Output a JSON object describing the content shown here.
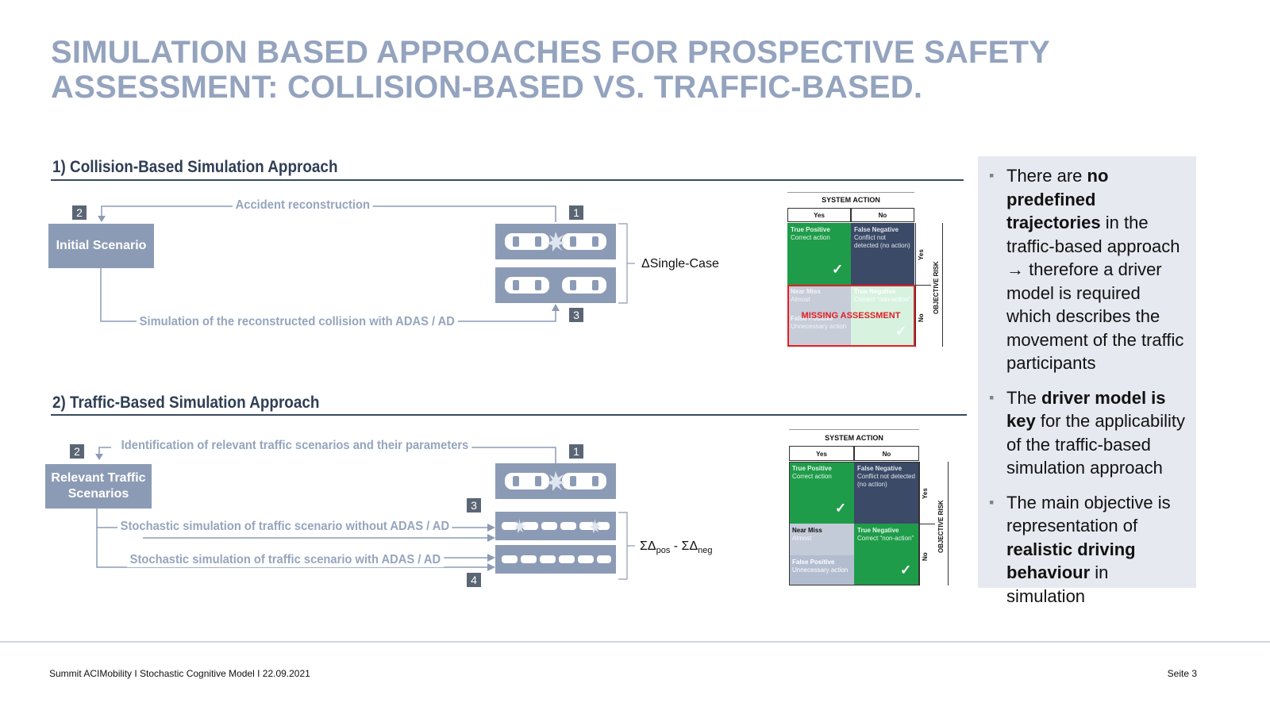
{
  "title_line1": "SIMULATION BASED APPROACHES FOR PROSPECTIVE SAFETY",
  "title_line2": "ASSESSMENT: COLLISION-BASED VS. TRAFFIC-BASED.",
  "section1": {
    "heading": "1) Collision-Based Simulation Approach",
    "box_label": "Initial Scenario",
    "top_flow": "Accident reconstruction",
    "bottom_flow": "Simulation of the reconstructed collision with ADAS / AD",
    "nums": [
      "1",
      "2",
      "3"
    ],
    "delta": "ΔSingle-Case",
    "matrix": {
      "header": "SYSTEM ACTION",
      "col_yes": "Yes",
      "col_no": "No",
      "row_yes": "Yes",
      "row_no": "No",
      "risk_label": "OBJECTIVE RISK",
      "tp_title": "True Positive",
      "tp_sub": "Correct action",
      "fn_title": "False Negative",
      "fn_sub": "Conflict not detected (no action)",
      "nm_title": "Near Miss",
      "nm_sub": "Almost",
      "tn_title": "True Negative",
      "tn_sub": "Correct “non-action”",
      "fp_title": "False Positive",
      "fp_sub": "Unnecessary action",
      "missing": "MISSING ASSESSMENT"
    }
  },
  "section2": {
    "heading": "2) Traffic-Based Simulation Approach",
    "box_label_1": "Relevant Traffic",
    "box_label_2": "Scenarios",
    "top_flow": "Identification of relevant traffic scenarios and their parameters",
    "flow_without": "Stochastic  simulation of traffic scenario without ADAS / AD",
    "flow_with": "Stochastic  simulation of traffic scenario with ADAS / AD",
    "nums": [
      "1",
      "2",
      "3",
      "4"
    ],
    "delta_a": "ΣΔ",
    "delta_pos": "pos",
    "delta_mid": " - ΣΔ",
    "delta_neg": "neg",
    "matrix": {
      "header": "SYSTEM ACTION",
      "col_yes": "Yes",
      "col_no": "No",
      "row_yes": "Yes",
      "row_no": "No",
      "risk_label": "OBJECTIVE RISK",
      "tp_title": "True Positive",
      "tp_sub": "Correct action",
      "fn_title": "False Negative",
      "fn_sub": "Conflict not detected (no action)",
      "nm_title": "Near Miss",
      "nm_sub": "Almost",
      "tn_title": "True Negative",
      "tn_sub": "Correct “non-action”",
      "fp_title": "False Positive",
      "fp_sub": "Unnecessary action"
    }
  },
  "sidebar": {
    "b1_pre": "There are ",
    "b1_bold": "no predefined trajectories",
    "b1_post": " in the traffic-based approach → therefore a driver model is required which describes the movement of the traffic participants",
    "b2_pre": "The ",
    "b2_bold": "driver model is key",
    "b2_post": " for the applicability of the traffic-based simulation approach",
    "b3_pre": "The main objective is representation of ",
    "b3_bold": "realistic driving behaviour",
    "b3_post": " in simulation"
  },
  "footer": {
    "left": "Summit ACIMobility I Stochastic Cognitive Model I 22.09.2021",
    "right": "Seite 3"
  },
  "colors": {
    "title": "#94a3be",
    "box_gray": "#8c9bb5",
    "green": "#1f9c4a",
    "navy": "#3b4a66",
    "missing_red": "#e31e24"
  }
}
